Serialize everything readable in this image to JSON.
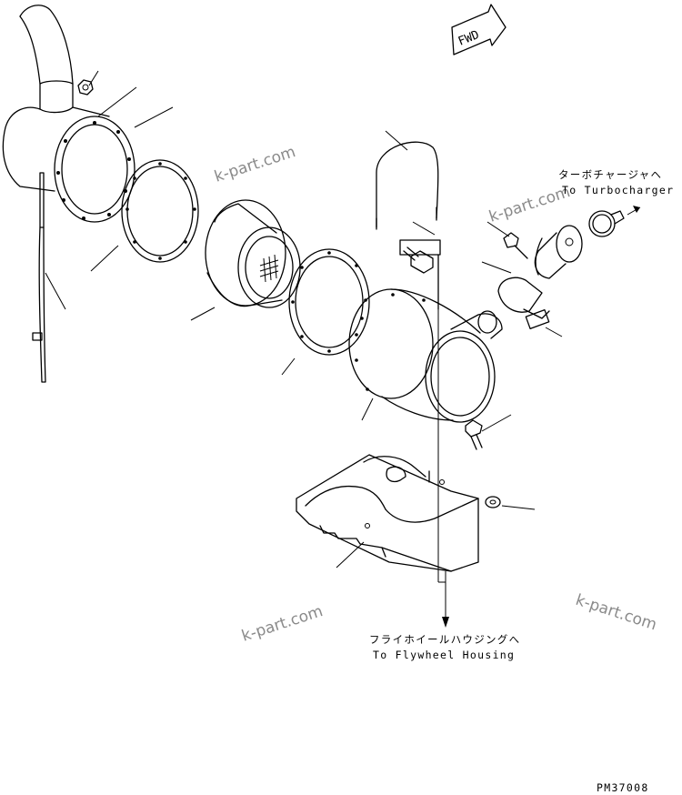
{
  "fwd_label": "FWD",
  "labels": {
    "turbo_jp": "ターボチャージャヘ",
    "turbo_en": "To Turbocharger",
    "flywheel_jp": "フライホイールハウジングへ",
    "flywheel_en": "To Flywheel Housing"
  },
  "watermarks": [
    "k-part.com",
    "k-part.com",
    "k-part.com",
    "k-part.com"
  ],
  "drawing_code": "PM37008"
}
